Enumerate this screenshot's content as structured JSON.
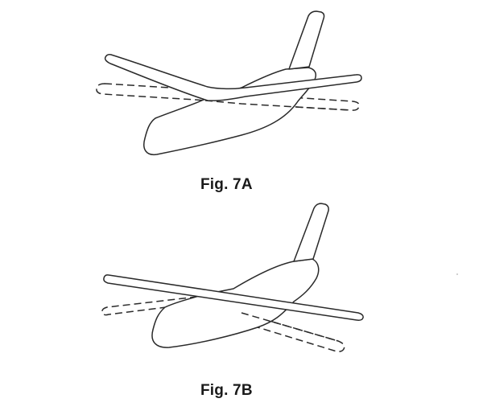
{
  "figures": [
    {
      "id": "7A",
      "caption": "Fig. 7A",
      "description": "Aircraft model with wing bent downward at center (solid) and original straight wing position (dashed)",
      "elements": [
        "vertical-fin",
        "fuselage",
        "bent-wing-solid",
        "straight-wing-dashed"
      ]
    },
    {
      "id": "7B",
      "caption": "Fig. 7B",
      "description": "Aircraft model with straight wing tilted (solid) and original wing position shown crossing (dashed)",
      "elements": [
        "vertical-fin",
        "fuselage",
        "tilted-wing-solid",
        "original-wing-dashed"
      ]
    }
  ],
  "colors": {
    "line": "#2a2a2a",
    "background": "#ffffff"
  }
}
